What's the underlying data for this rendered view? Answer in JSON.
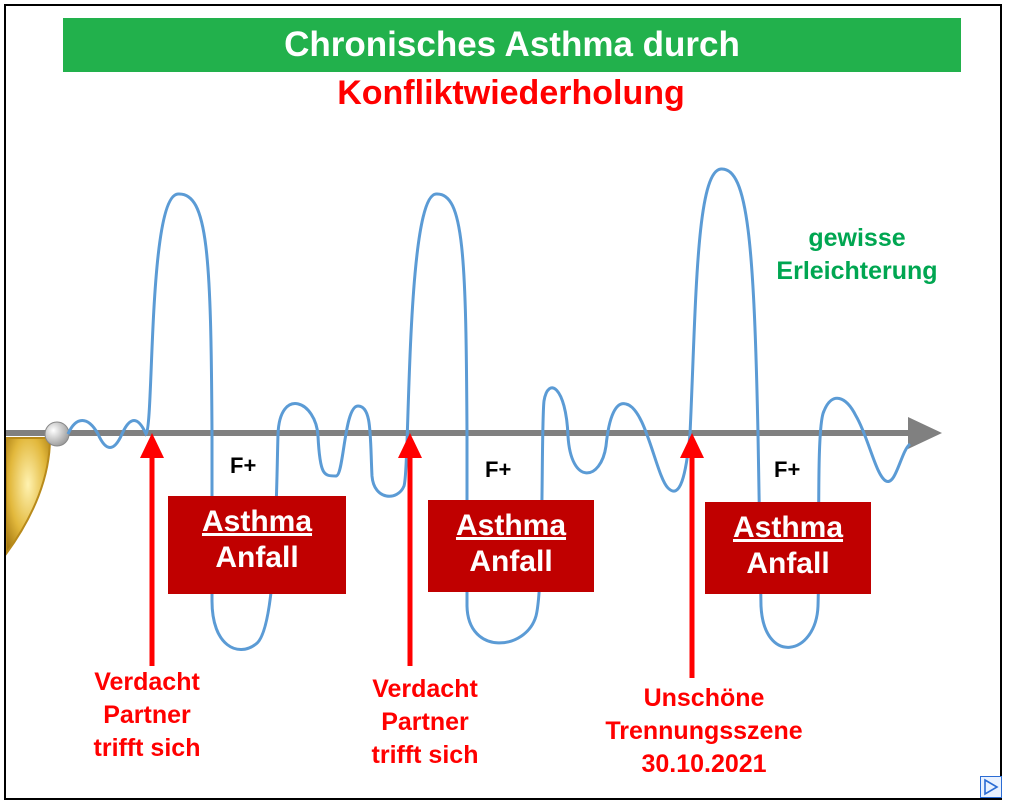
{
  "title": {
    "line1": "Chronisches Asthma durch",
    "line2": "Konfliktwiederholung"
  },
  "boxes": [
    {
      "line1": "Asthma",
      "line2": "Anfall"
    },
    {
      "line1": "Asthma",
      "line2": "Anfall"
    },
    {
      "line1": "Asthma",
      "line2": "Anfall"
    }
  ],
  "phase_labels": [
    "F+",
    "F+",
    "F+"
  ],
  "events": [
    {
      "lines": [
        "Verdacht",
        "Partner",
        " trifft sich"
      ]
    },
    {
      "lines": [
        "Verdacht",
        "Partner",
        " trifft sich"
      ]
    },
    {
      "lines": [
        "Unschöne",
        "Trennungsszene",
        "30.10.2021"
      ]
    }
  ],
  "note": {
    "line1": "gewisse",
    "line2": "Erleichterung"
  },
  "colors": {
    "title_bar": "#22b14c",
    "title_text": "#ffffff",
    "subtitle": "#ff0000",
    "box": "#c00000",
    "curve": "#5b9bd5",
    "axis": "#808080",
    "arrow": "#ff0000",
    "note": "#00a651"
  },
  "icons": {
    "nav": "next-slide-icon",
    "decor": "golden-orb-icon"
  }
}
